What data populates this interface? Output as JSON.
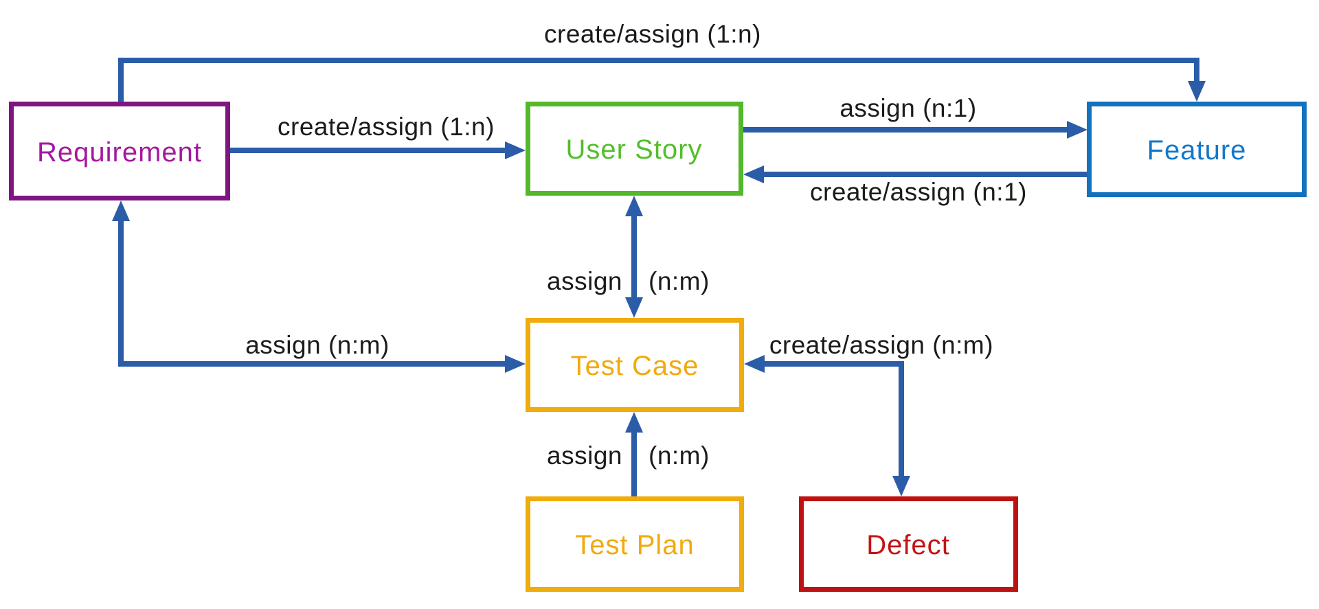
{
  "diagram": {
    "background": "#ffffff",
    "arrow_color": "#2B5CA8",
    "label_color": "#1b1b1b",
    "nodes": [
      {
        "id": "requirement",
        "label": "Requirement",
        "border_color": "#7E1580",
        "text_color": "#A5189F"
      },
      {
        "id": "user-story",
        "label": "User Story",
        "border_color": "#53B82B",
        "text_color": "#53BE2B"
      },
      {
        "id": "feature",
        "label": "Feature",
        "border_color": "#1272BE",
        "text_color": "#1377C8"
      },
      {
        "id": "test-case",
        "label": "Test Case",
        "border_color": "#F0AC0C",
        "text_color": "#F2A90C"
      },
      {
        "id": "test-plan",
        "label": "Test Plan",
        "border_color": "#F0AC0C",
        "text_color": "#F2A90C"
      },
      {
        "id": "defect",
        "label": "Defect",
        "border_color": "#BE1212",
        "text_color": "#C41414"
      }
    ],
    "edges": [
      {
        "from": "Requirement",
        "to": "Feature",
        "label": "create/assign (1:n)",
        "arrows": "one-way"
      },
      {
        "from": "Requirement",
        "to": "User Story",
        "label": "create/assign (1:n)",
        "arrows": "one-way"
      },
      {
        "from": "User Story",
        "to": "Feature",
        "label": "assign (n:1)",
        "arrows": "one-way"
      },
      {
        "from": "Feature",
        "to": "User Story",
        "label": "create/assign (n:1)",
        "arrows": "one-way"
      },
      {
        "from": "User Story",
        "to": "Test Case",
        "label": "assign",
        "multiplicity": "(n:m)",
        "arrows": "two-way"
      },
      {
        "from": "Requirement",
        "to": "Test Case",
        "label": "assign (n:m)",
        "arrows": "two-way"
      },
      {
        "from": "Test Plan",
        "to": "Test Case",
        "label": "assign",
        "multiplicity": "(n:m)",
        "arrows": "one-way"
      },
      {
        "from": "Defect",
        "to": "Test Case",
        "label": "create/assign (n:m)",
        "arrows": "two-way"
      }
    ]
  }
}
